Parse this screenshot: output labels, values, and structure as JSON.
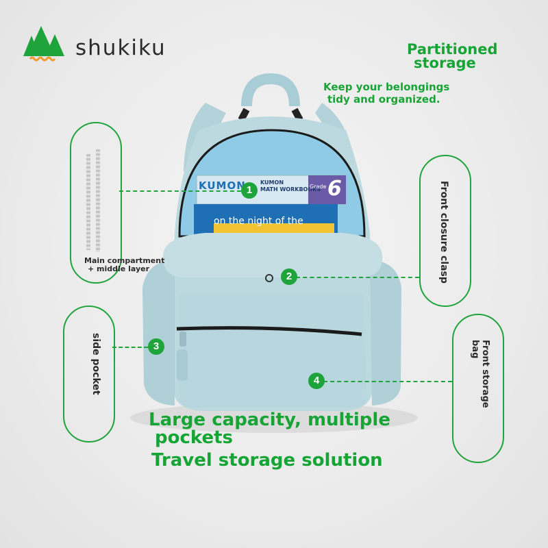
{
  "brand": {
    "name": "shukiku",
    "logo_icon": "mountain-trees-logo-icon",
    "logo_color": "#1fa33b"
  },
  "header": {
    "title_line1": "Partitioned",
    "title_line2": "storage",
    "subtitle_line1": "Keep your belongings",
    "subtitle_line2": "tidy and organized."
  },
  "callouts": [
    {
      "number": "1",
      "label_line1": "Main compartment",
      "label_line2": "+ middle layer"
    },
    {
      "number": "2",
      "label": "Front closure clasp"
    },
    {
      "number": "3",
      "label": "side pocket"
    },
    {
      "number": "4",
      "label": "Front storage bag"
    }
  ],
  "book_labels": {
    "kumon1": "KUMON",
    "kumon2": "KUMON",
    "workbooks": "MATH WORKBOOKS",
    "grade_word": "Grade",
    "grade_num": "6",
    "story": "on the night of the"
  },
  "footer": {
    "line1": "Large capacity, multiple",
    "line2": "pockets",
    "line3": "Travel storage solution"
  },
  "colors": {
    "accent": "#16a535",
    "backpack": "#bcd9df",
    "interior": "#8fcbe6"
  }
}
